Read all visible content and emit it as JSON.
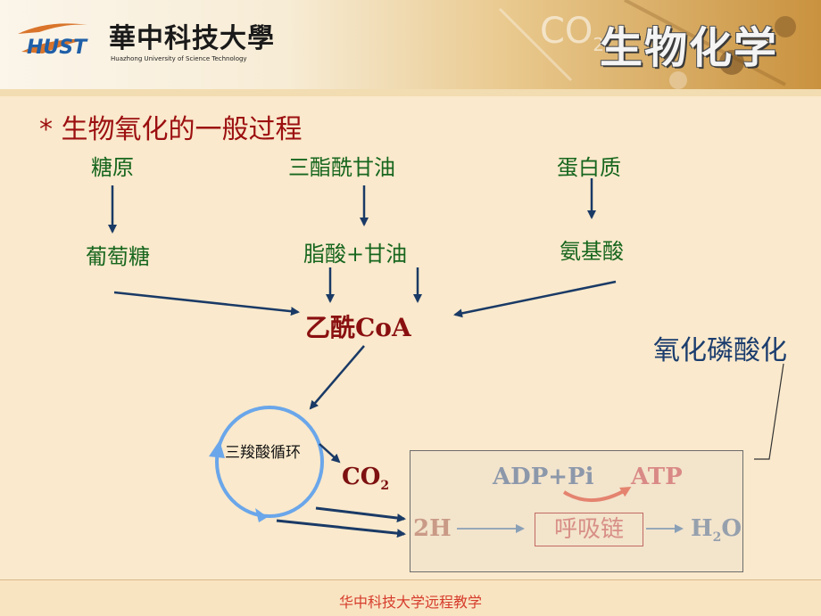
{
  "header": {
    "university_cn": "華中科技大學",
    "university_en": "Huazhong University of Science Technology",
    "logo_text": "HUST",
    "watermark": "CO",
    "watermark_sub": "2",
    "course_title": "生物化学"
  },
  "slide": {
    "heading": "* 生物氧化的一般过程",
    "sources": {
      "glycogen": "糖原",
      "triglyceride": "三酯酰甘油",
      "protein": "蛋白质"
    },
    "intermediates": {
      "glucose": "葡萄糖",
      "fattyacid_glycerol": "脂酸+甘油",
      "amino_acid": "氨基酸"
    },
    "acetyl_coa": "乙酰CoA",
    "tca_cycle": "三羧酸循环",
    "co2": "CO",
    "co2_sub": "2",
    "oxidative_phosphorylation": "氧化磷酸化",
    "respiration": {
      "adp_pi": "ADP+Pi",
      "atp": "ATP",
      "two_h": "2H",
      "chain": "呼吸链",
      "water": "H",
      "water_sub": "2",
      "water_tail": "O"
    }
  },
  "footer": {
    "text": "华中科技大学远程教学"
  },
  "colors": {
    "heading": "#9c0f10",
    "terms": "#17661e",
    "arrows": "#1a3a66",
    "cycle": "#6aa6ea"
  }
}
